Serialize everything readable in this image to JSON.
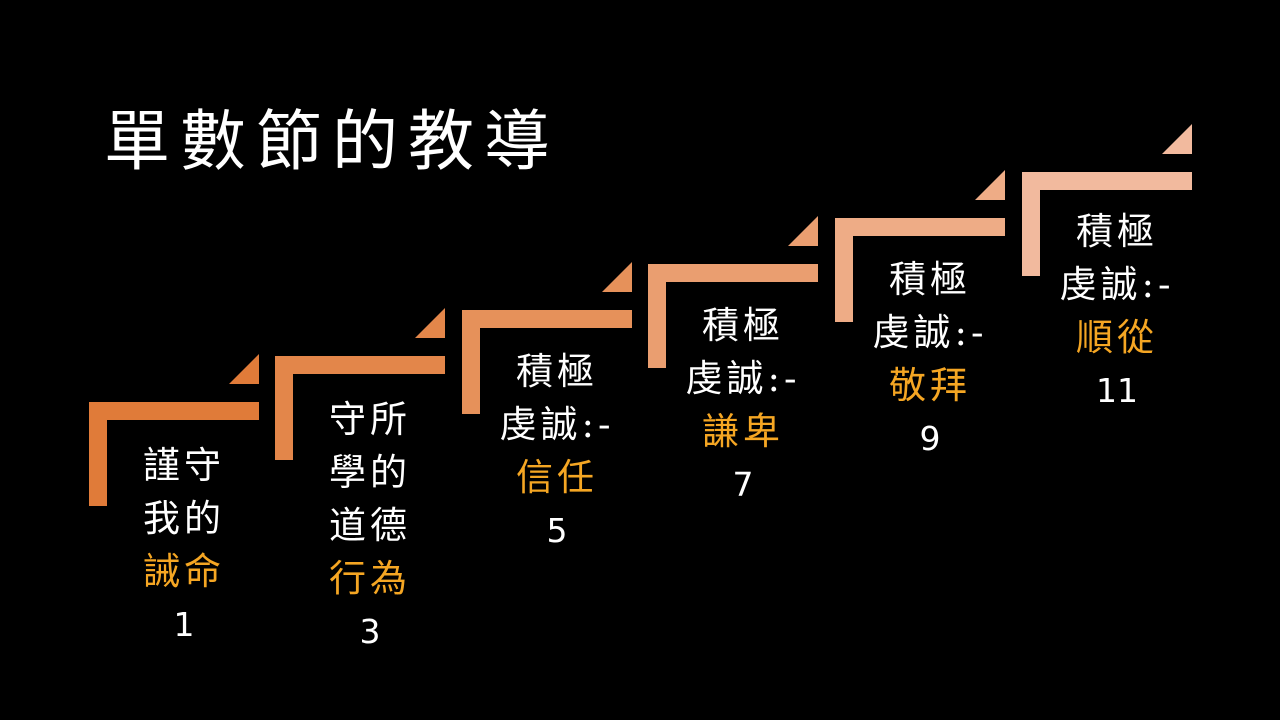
{
  "title": "單數節的教導",
  "colors": {
    "background": "#000000",
    "text": "#ffffff",
    "highlight": "#f5a623",
    "steps": [
      "#e07b39",
      "#e3864a",
      "#e6915a",
      "#ea9e70",
      "#eeac86",
      "#f2ba9e"
    ]
  },
  "steps": [
    {
      "lines": [
        "謹守",
        "我的"
      ],
      "highlight": "誡命",
      "number": "1"
    },
    {
      "lines": [
        "守所",
        "學的",
        "道德"
      ],
      "highlight": "行為",
      "number": "3"
    },
    {
      "lines": [
        "積極",
        "虔誠:-"
      ],
      "highlight": "信任",
      "number": "5"
    },
    {
      "lines": [
        "積極",
        "虔誠:-"
      ],
      "highlight": "謙卑",
      "number": "7"
    },
    {
      "lines": [
        "積極",
        "虔誠:-"
      ],
      "highlight": "敬拜",
      "number": "9"
    },
    {
      "lines": [
        "積極",
        "虔誠:-"
      ],
      "highlight": "順從",
      "number": "11"
    }
  ]
}
